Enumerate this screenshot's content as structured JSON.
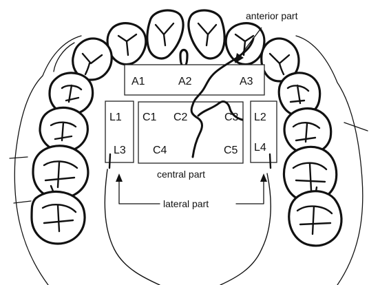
{
  "figure": {
    "annotations": {
      "anterior": "anterior part",
      "central": "central part",
      "lateral": "lateral part"
    },
    "regions": {
      "A1": "A1",
      "A2": "A2",
      "A3": "A3",
      "C1": "C1",
      "C2": "C2",
      "C3": "C3",
      "C4": "C4",
      "C5": "C5",
      "L1": "L1",
      "L2": "L2",
      "L3": "L3",
      "L4": "L4"
    }
  }
}
